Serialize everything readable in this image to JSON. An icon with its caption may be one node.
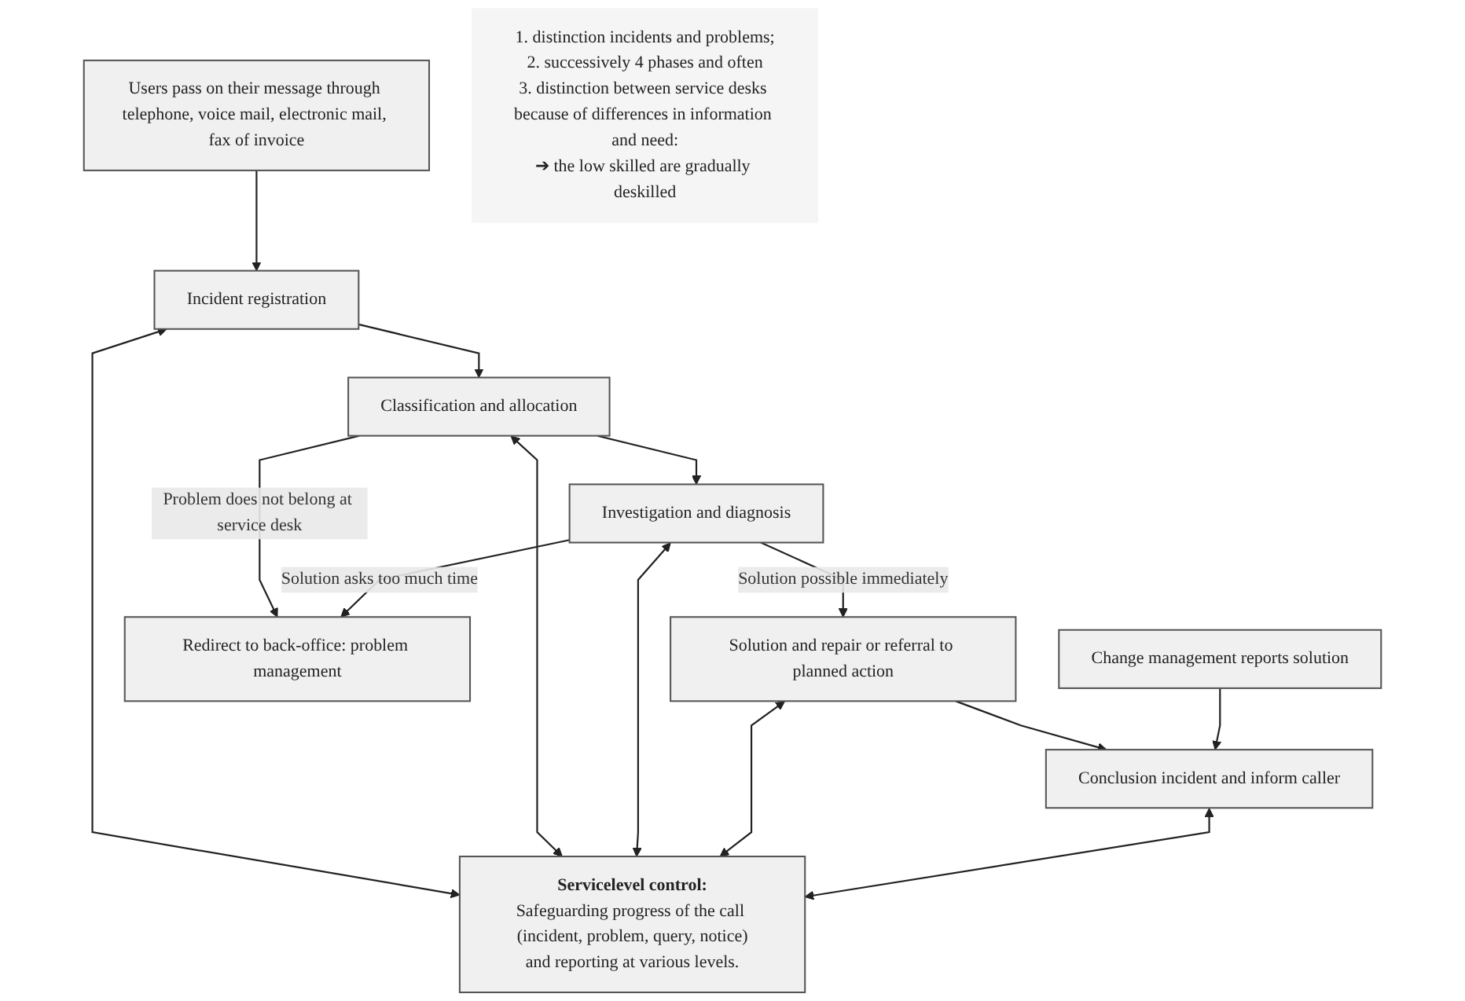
{
  "diagram": {
    "nodes": [
      {
        "text": [
          "Users pass on their message through telephone, voice mail, electronic mail, fax of invoice"
        ]
      },
      {
        "text": [
          "Incident registration"
        ]
      },
      {
        "text": [
          "Classification and allocation"
        ]
      },
      {
        "text": [
          "Investigation and diagnosis"
        ]
      },
      {
        "text": [
          "Solution and repair or referral to planned action"
        ]
      },
      {
        "text": [
          "Conclusion incident and inform caller"
        ]
      },
      {
        "text": [
          "Redirect to back-office: problem management"
        ]
      },
      {
        "text": [
          "Change management reports solution"
        ]
      },
      {
        "text": [
          "Servicelevel control:",
          "Safeguarding progress of the call (incident, problem, query, notice)",
          "and reporting at various levels."
        ]
      },
      {
        "text": [
          "1. distinction incidents and problems;",
          "2. successively 4 phases and often",
          "3. distinction between service desks because of differences in information and need:",
          "➔ the low skilled are gradually deskilled"
        ]
      }
    ],
    "edges": [
      {
        "from": 0,
        "to": 1,
        "arrow": "to"
      },
      {
        "from": 1,
        "to": 2,
        "arrow": "to"
      },
      {
        "from": 2,
        "to": 3,
        "arrow": "to"
      },
      {
        "from": 3,
        "to": 4,
        "arrow": "to",
        "label": "Solution possible immediately"
      },
      {
        "from": 4,
        "to": 5,
        "arrow": "to"
      },
      {
        "from": 2,
        "to": 6,
        "arrow": "to",
        "label": "Problem does not belong at service desk"
      },
      {
        "from": 3,
        "to": 6,
        "arrow": "to",
        "label": "Solution asks too much time"
      },
      {
        "from": 7,
        "to": 5,
        "arrow": "to"
      },
      {
        "from": 1,
        "to": 8,
        "arrow": "both"
      },
      {
        "from": 2,
        "to": 8,
        "arrow": "both"
      },
      {
        "from": 3,
        "to": 8,
        "arrow": "both"
      },
      {
        "from": 4,
        "to": 8,
        "arrow": "both"
      },
      {
        "from": 5,
        "to": 8,
        "arrow": "both"
      }
    ]
  }
}
